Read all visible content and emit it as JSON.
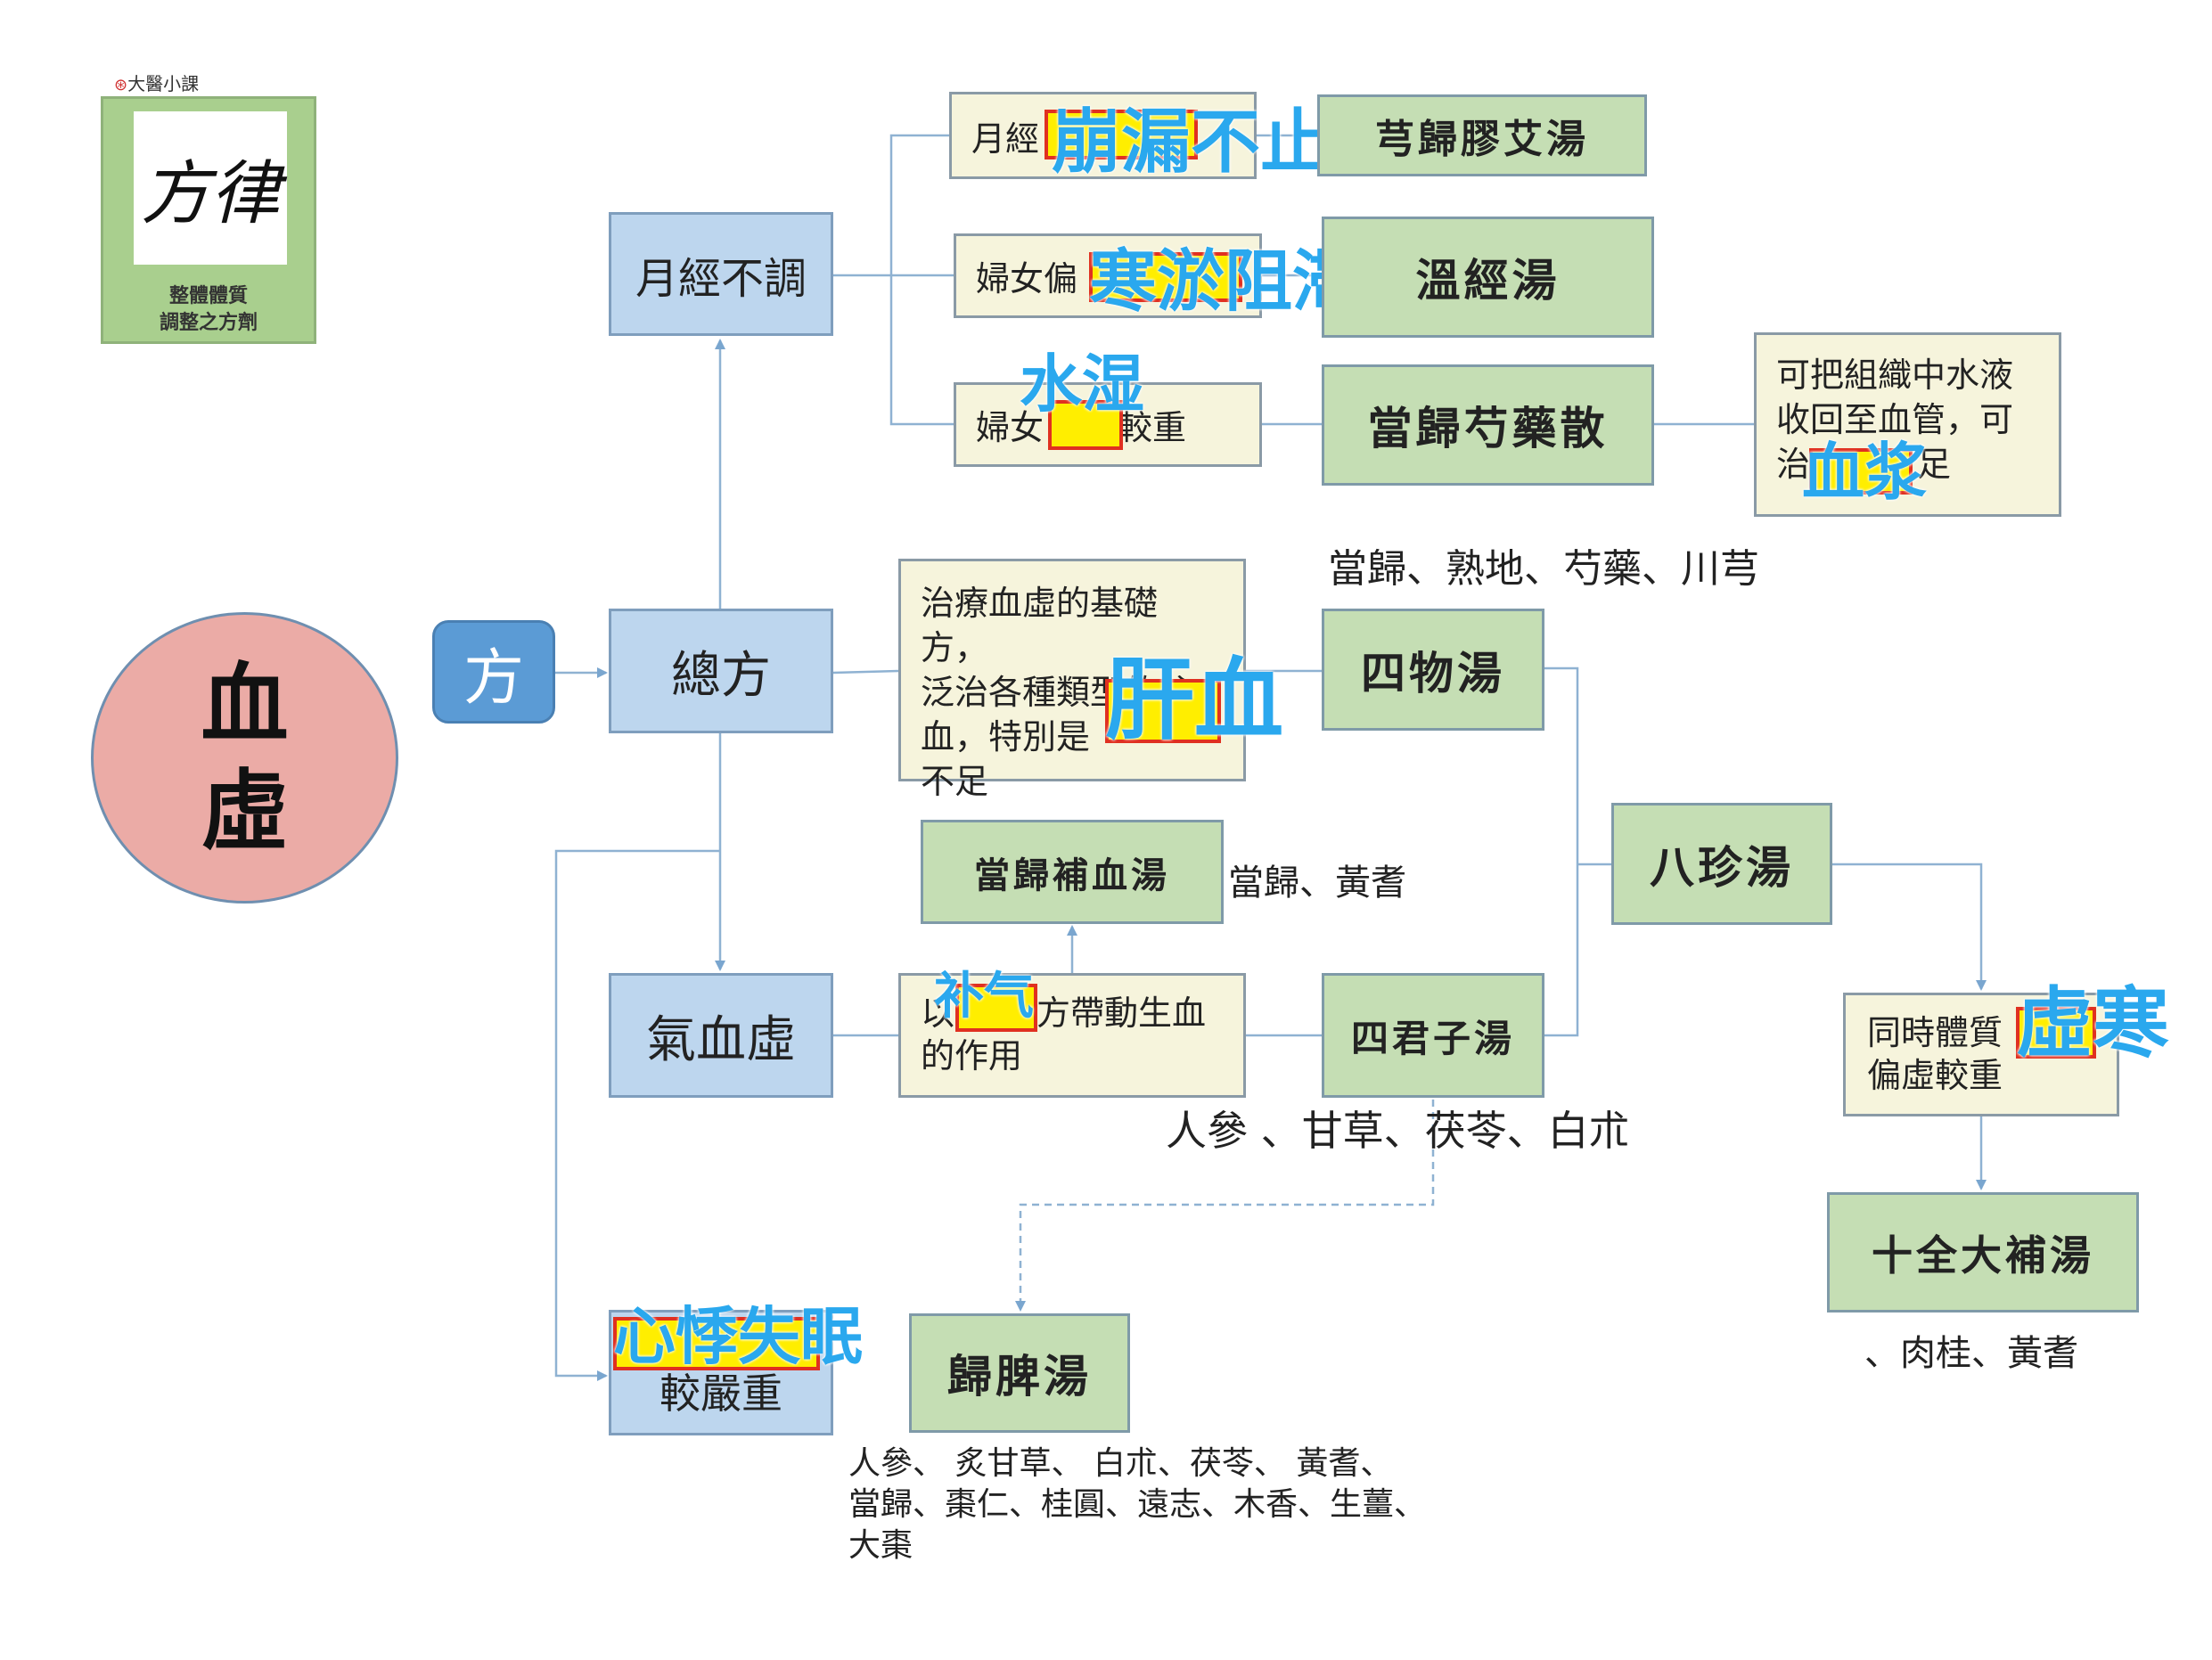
{
  "logo": {
    "header": "大醫小課",
    "calligraphy": "方律",
    "caption_line1": "整體體質",
    "caption_line2": "調整之方劑"
  },
  "root": {
    "label_line1": "血",
    "label_line2": "虛"
  },
  "fang": {
    "label": "方"
  },
  "categories": {
    "menstrual": "月經不調",
    "general": "總方",
    "qi_blood": "氣血虛",
    "severe_line2": "較嚴重"
  },
  "menstrual_rows": [
    {
      "desc": "月經",
      "overlay": "崩漏不止",
      "formula": "芎歸膠艾湯"
    },
    {
      "desc": "婦女偏",
      "overlay": "寒淤阻滞",
      "formula": "溫經湯"
    },
    {
      "desc_before": "婦女",
      "desc_after": "較重",
      "overlay": "水湿",
      "formula": "當歸芍藥散"
    }
  ],
  "danggui_shaoyao_note": {
    "line1": "可把組織中水液",
    "line2": "收回至血管，可",
    "line3_before": "治",
    "line3_after": "足",
    "overlay": "血浆"
  },
  "siwu": {
    "herbs": "當歸、熟地、芍藥、川芎",
    "desc_line1": "治療血虛的基礎方，",
    "desc_line2": "泛治各種類型的貧",
    "desc_line3": "血，特別是",
    "desc_line4": "不足",
    "overlay": "肝血",
    "formula": "四物湯"
  },
  "danggui_buxue": {
    "formula": "當歸補血湯",
    "herbs": "當歸、黃耆"
  },
  "sijunzi": {
    "desc_line1_before": "以",
    "desc_line1_after": "方帶動生血",
    "desc_line2": "的作用",
    "overlay": "补气",
    "formula": "四君子湯",
    "herbs": "人參 、甘草、茯苓、白朮"
  },
  "bazhen": {
    "formula": "八珍湯"
  },
  "bazhen_note": {
    "line1": "同時體質",
    "line2": "偏虛較重",
    "overlay": "虛寒"
  },
  "shiquan": {
    "formula": "十全大補湯",
    "herbs": "、肉桂、黃耆"
  },
  "guipi": {
    "formula": "歸脾湯",
    "overlay": "心悸失眠",
    "herbs_line1": "人參、 炙甘草、 白朮、茯苓、 黃耆、",
    "herbs_line2": "當歸、棗仁、桂圓、遠志、木香、生薑、",
    "herbs_line3": "大棗"
  },
  "colors": {
    "blue_node": "#bdd6ee",
    "green_node": "#c5deb4",
    "cream_node": "#f6f4dc",
    "root_circle": "#ebaba6",
    "fang_badge": "#5b9bd5",
    "overlay_text": "#2aa8ee",
    "highlight": "#ffee00",
    "highlight_border": "#e03020",
    "connector": "#7aa6cf"
  }
}
